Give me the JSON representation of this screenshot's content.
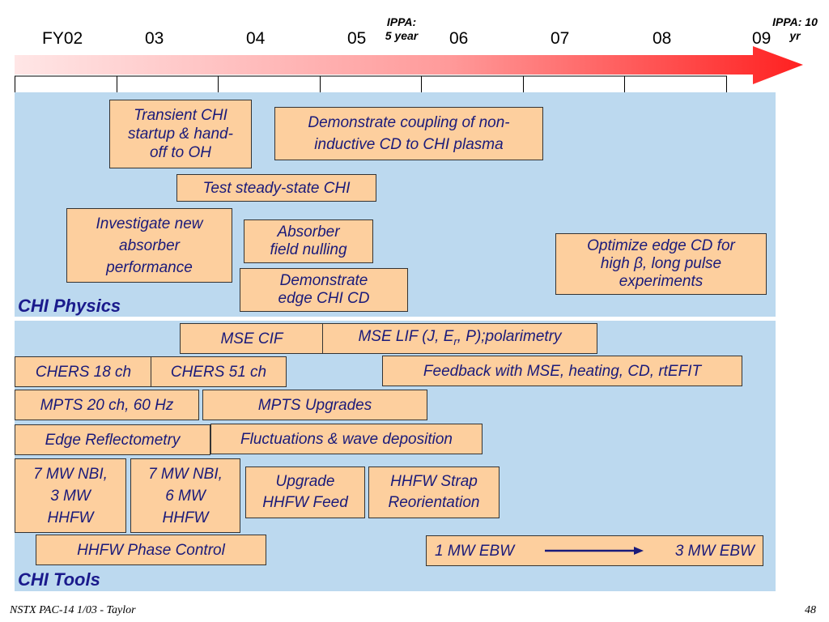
{
  "timeline": {
    "years": [
      "FY02",
      "03",
      "04",
      "05",
      "06",
      "07",
      "08",
      "09"
    ],
    "ippa_5": [
      "IPPA:",
      "5 year"
    ],
    "ippa_10": [
      "IPPA: 10",
      "yr"
    ]
  },
  "physics": {
    "label": "CHI Physics",
    "boxes": {
      "transient": [
        "Transient CHI",
        "startup & hand-",
        "off to OH"
      ],
      "coupling": [
        "Demonstrate coupling of non-",
        "inductive CD to CHI plasma"
      ],
      "steady": "Test steady-state CHI",
      "absorber_perf": [
        "Investigate new",
        "absorber",
        "performance"
      ],
      "field_null": [
        "Absorber",
        "field nulling"
      ],
      "edge_cd": [
        "Demonstrate",
        "edge CHI CD"
      ],
      "optimize": [
        "Optimize edge CD for",
        "high β, long pulse",
        "experiments"
      ]
    }
  },
  "tools": {
    "label": "CHI Tools",
    "boxes": {
      "mse_cif": "MSE CIF",
      "mse_lif": {
        "pre": "MSE LIF (J, E",
        "sub": "r",
        "post": ", P);polarimetry"
      },
      "chers18": "CHERS 18 ch",
      "chers51": "CHERS 51 ch",
      "feedback": "Feedback with MSE, heating, CD, rtEFIT",
      "mpts20": "MPTS 20 ch, 60 Hz",
      "mpts_up": "MPTS Upgrades",
      "edge_refl": "Edge Reflectometry",
      "fluct": "Fluctuations & wave deposition",
      "nbi3": [
        "7 MW NBI,",
        "3 MW",
        "HHFW"
      ],
      "nbi6": [
        "7 MW NBI,",
        "6 MW",
        "HHFW"
      ],
      "hhfw_feed": [
        "Upgrade",
        "HHFW Feed"
      ],
      "hhfw_strap": [
        "HHFW Strap",
        "Reorientation"
      ],
      "hhfw_phase": "HHFW Phase Control",
      "ebw1": "1 MW EBW",
      "ebw3": "3 MW EBW"
    }
  },
  "footer": {
    "left": "NSTX PAC-14 1/03 - Taylor",
    "right": "48"
  },
  "colors": {
    "panel": "#bcd9ef",
    "box": "#fdcf9e",
    "box_text": "#1a1a7a",
    "arrow": "#ff2020"
  }
}
